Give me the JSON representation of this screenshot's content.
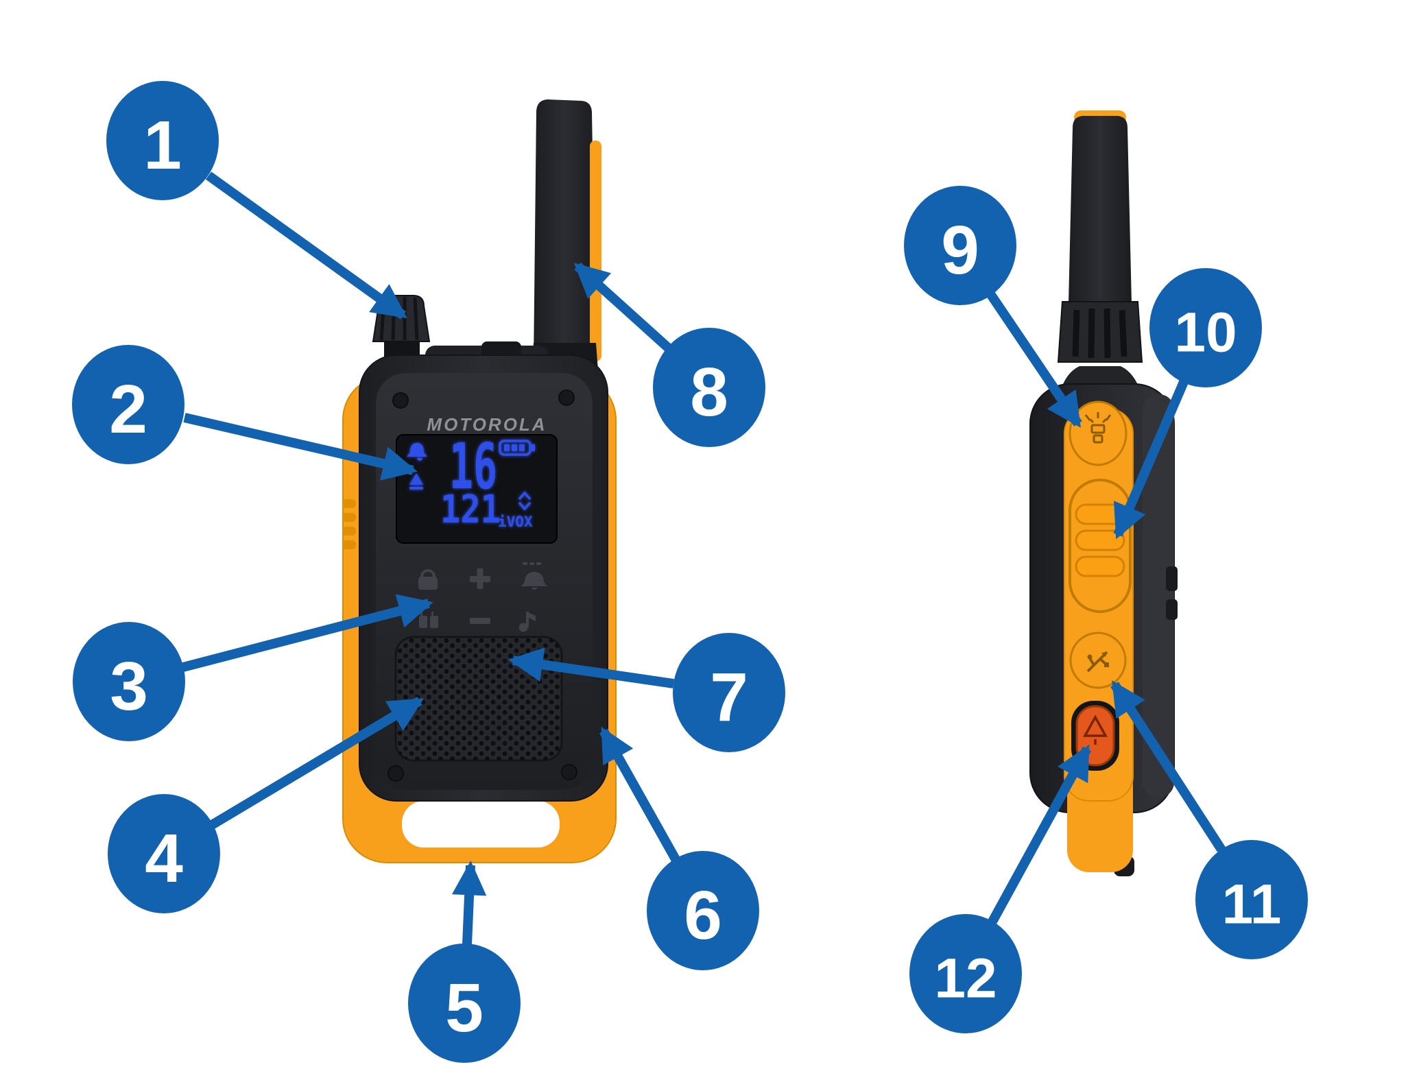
{
  "device": {
    "brand_label": "MOTOROLA",
    "lcd": {
      "channel": "16",
      "code": "121",
      "vox_label": "iVOX"
    }
  },
  "callouts": [
    {
      "number": "1"
    },
    {
      "number": "2"
    },
    {
      "number": "3"
    },
    {
      "number": "4"
    },
    {
      "number": "5"
    },
    {
      "number": "6"
    },
    {
      "number": "7"
    },
    {
      "number": "8"
    },
    {
      "number": "9"
    },
    {
      "number": "10"
    },
    {
      "number": "11"
    },
    {
      "number": "12"
    }
  ],
  "icons": {
    "bell-icon": "ring alert bell on LCD",
    "transmit-indicator-icon": "triangle person indicator on LCD",
    "battery-icon": "battery gauge with 3 bars",
    "scan-arrows-icon": "dual scan arrows on LCD",
    "lock-icon": "padlock keypad glyph",
    "plus-icon": "volume/channel up glyph",
    "call-tone-icon": "call tone keypad glyph",
    "dual-radios-icon": "paired radios keypad glyph",
    "minus-icon": "volume/channel down glyph",
    "music-note-icon": "tone select keypad glyph",
    "flashlight-icon": "torch glyph on side button",
    "usb-icon": "micro-USB trident glyph",
    "emergency-triangle-icon": "alert triangle on emergency button"
  },
  "colors": {
    "badge_blue": "#1362AF",
    "shell_orange": "#F8A01B",
    "ptt_ridge_orange": "#FBA013",
    "emergency_red_orange": "#E4581D",
    "lcd_blue": "#2E50E8",
    "body_dark": "#232429",
    "logo_gray": "#8E9196",
    "background": "#FFFFFF"
  }
}
